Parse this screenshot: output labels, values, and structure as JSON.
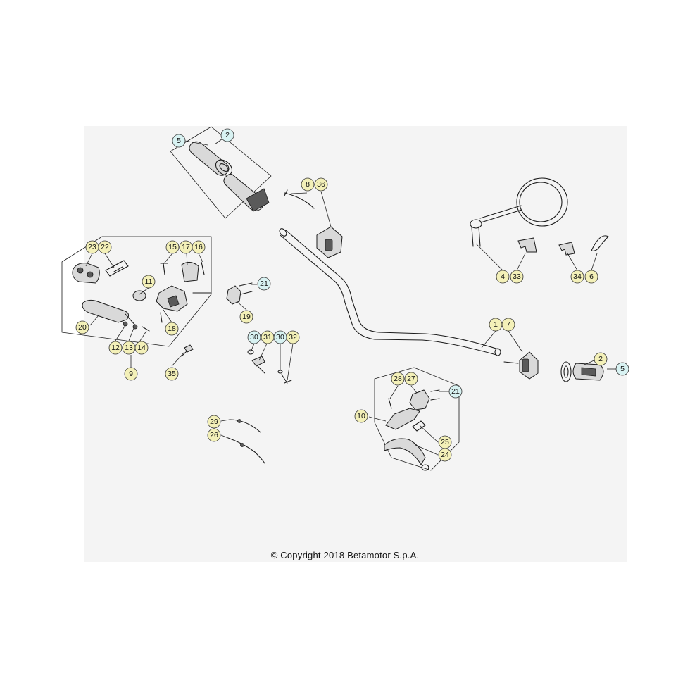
{
  "copyright": "© Copyright 2018 Betamotor S.p.A.",
  "colors": {
    "callout_yellow": "#f3f0b8",
    "callout_cyan": "#d8f2f2",
    "panel_bg": "#f4f4f4"
  },
  "callouts": {
    "c1": "1",
    "c2a": "2",
    "c2b": "2",
    "c4": "4",
    "c5a": "5",
    "c5b": "5",
    "c6": "6",
    "c7": "7",
    "c8": "8",
    "c9": "9",
    "c10": "10",
    "c11": "11",
    "c12": "12",
    "c13": "13",
    "c14": "14",
    "c15": "15",
    "c16": "16",
    "c17": "17",
    "c18": "18",
    "c19": "19",
    "c20": "20",
    "c21a": "21",
    "c21b": "21",
    "c22": "22",
    "c23": "23",
    "c24": "24",
    "c25": "25",
    "c26": "26",
    "c27": "27",
    "c28": "28",
    "c29": "29",
    "c30a": "30",
    "c30b": "30",
    "c31": "31",
    "c32": "32",
    "c33": "33",
    "c34": "34",
    "c35": "35",
    "c36": "36"
  }
}
